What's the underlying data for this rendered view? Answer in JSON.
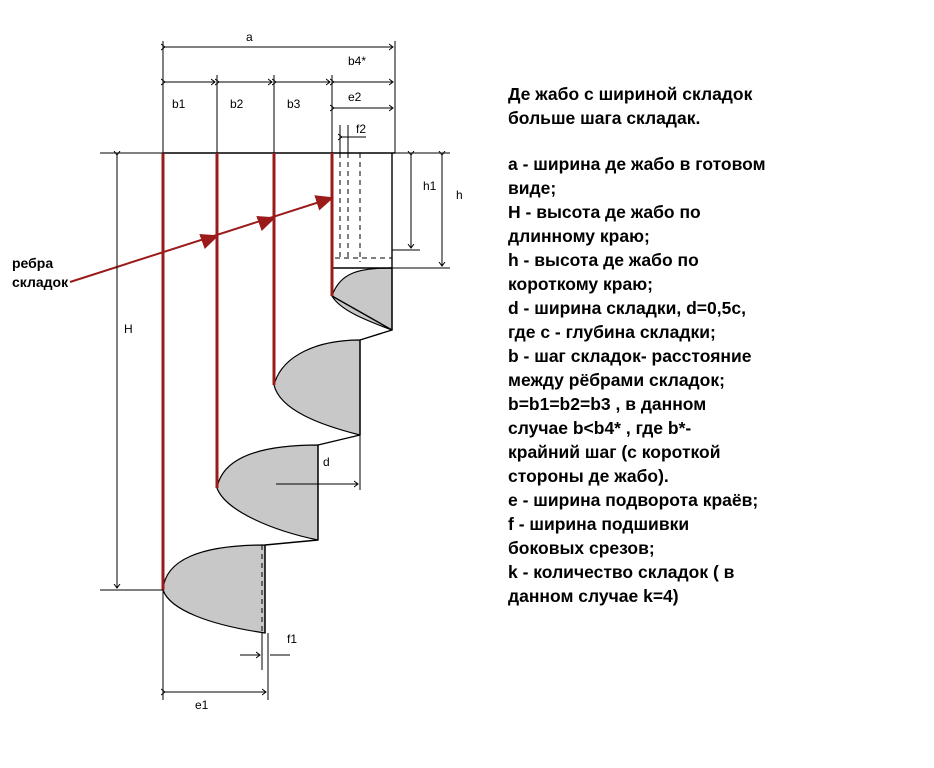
{
  "diagram": {
    "dimension_labels": {
      "a": "a",
      "b4": "b4*",
      "b1": "b1",
      "b2": "b2",
      "b3": "b3",
      "e2": "e2",
      "f2": "f2",
      "h1": "h1",
      "h": "h",
      "H": "H",
      "d": "d",
      "f1": "f1",
      "e1": "e1"
    },
    "callout": {
      "line1": "ребра",
      "line2": "складок"
    },
    "colors": {
      "fold_edge": "#9b1b1b",
      "shade": "#c8c8c8",
      "arrow": "#9b1b1b"
    }
  },
  "legend": {
    "title": [
      "Де жабо с шириной складок",
      "больше шага складак."
    ],
    "items": [
      "а - ширина де жабо в готовом",
      "виде;",
      "Н - высота де жабо по",
      "длинному краю;",
      "h - высота де жабо по",
      "короткому краю;",
      "d - ширина складки, d=0,5с,",
      "где с - глубина складки;",
      "b - шаг складок- расстояние",
      "между рёбрами складок;",
      "b=b1=b2=b3 ,  в данном",
      "случае  b<b4* , где b*-",
      "крайний шаг (с короткой",
      "стороны де жабо).",
      "е - ширина подворота краёв;",
      "f - ширина подшивки",
      "боковых срезов;",
      "k - количество складок ( в",
      "данном случае k=4)"
    ]
  }
}
